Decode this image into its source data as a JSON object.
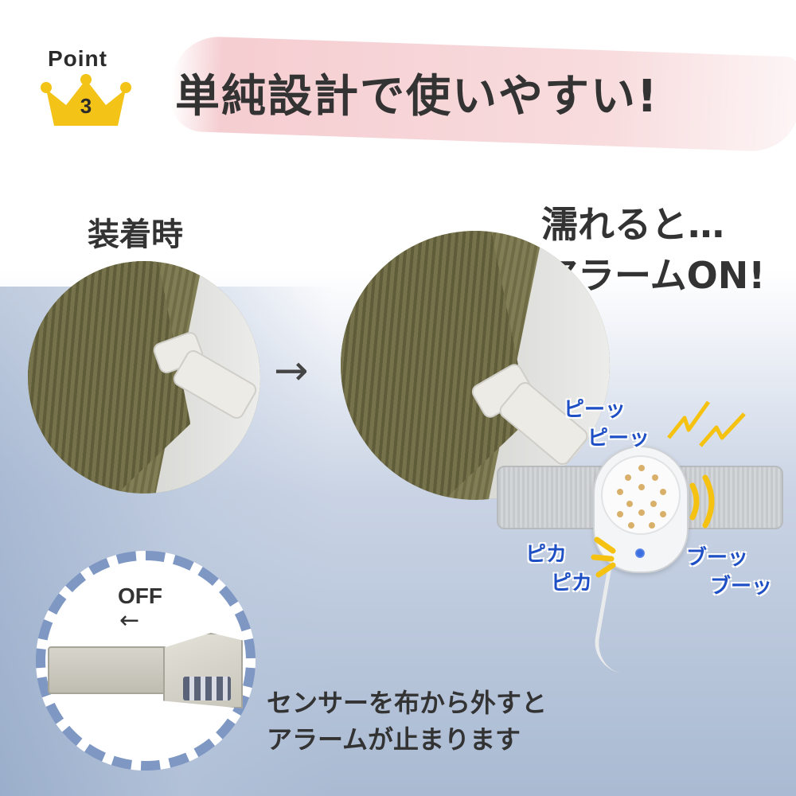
{
  "badge": {
    "label": "Point",
    "number": "3"
  },
  "headline": "単純設計で使いやすい!",
  "left_panel": {
    "title": "装着時"
  },
  "right_panel": {
    "title_line1": "濡れると…",
    "title_line2": "アラームON!"
  },
  "arrow": "→",
  "sounds": {
    "beep1": "ピーッ",
    "beep2": "ピーッ",
    "flash1": "ピカ",
    "flash2": "ピカ",
    "buzz1": "ブーッ",
    "buzz2": "ブーッ"
  },
  "sensor": {
    "off_label": "OFF",
    "off_arrow": "←"
  },
  "caption": {
    "line1": "センサーを布から外すと",
    "line2": "アラームが止まります"
  },
  "colors": {
    "badge_yellow": "#f3c318",
    "accent_blue": "#1f4fc4",
    "brush_pink": "#f4c8cc",
    "dash_blue": "#7e97c3",
    "signal_yellow": "#f5c211"
  }
}
